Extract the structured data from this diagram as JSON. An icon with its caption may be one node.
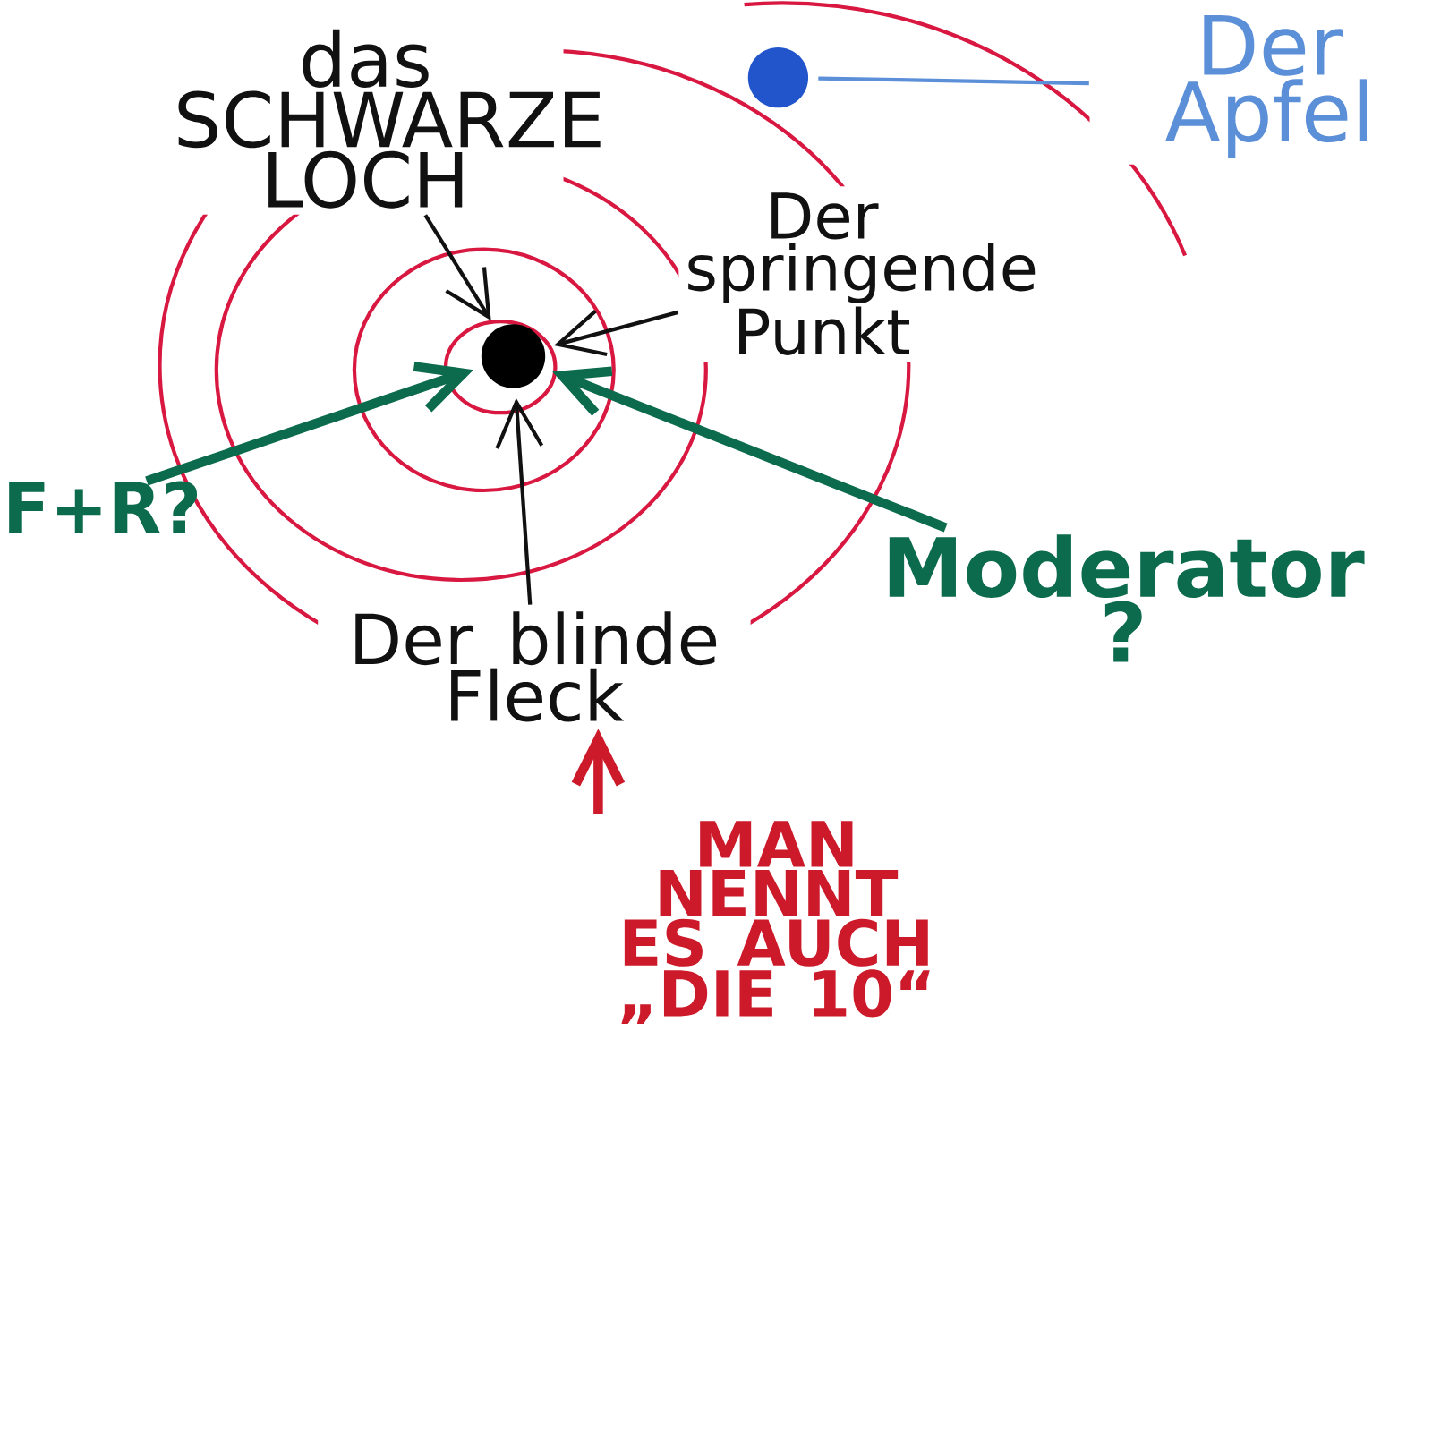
{
  "diagram": {
    "nodes": [
      {
        "text": [
          "das SCHWARZE LOCH"
        ]
      },
      {
        "text": [
          "Der springende Punkt"
        ]
      },
      {
        "text": [
          "Der blinde Fleck"
        ]
      },
      {
        "text": [
          "F+R?"
        ]
      },
      {
        "text": [
          "Moderator ?"
        ]
      },
      {
        "text": [],
        "shape": "circle"
      },
      {
        "text": [],
        "shape": "circle"
      },
      {
        "text": [
          "Der Apfel"
        ]
      },
      {
        "text": [
          "MAN NENNT ES AUCH „DIE 10“"
        ]
      }
    ],
    "edges": [
      {
        "from": 0,
        "to": 5,
        "arrow": "to"
      },
      {
        "from": 1,
        "to": 5,
        "arrow": "to"
      },
      {
        "from": 2,
        "to": 5,
        "arrow": "to"
      },
      {
        "from": 3,
        "to": 5,
        "arrow": "to",
        "style": "thick",
        "color": "#0b6b4c"
      },
      {
        "from": 4,
        "to": 5,
        "arrow": "to",
        "style": "thick",
        "color": "#0b6b4c"
      },
      {
        "from": 7,
        "to": 6,
        "arrow": "none",
        "color": "#5b8fd8"
      },
      {
        "from": 8,
        "to": 2,
        "arrow": "to",
        "style": "thick",
        "color": "#cc1a2a"
      }
    ]
  }
}
